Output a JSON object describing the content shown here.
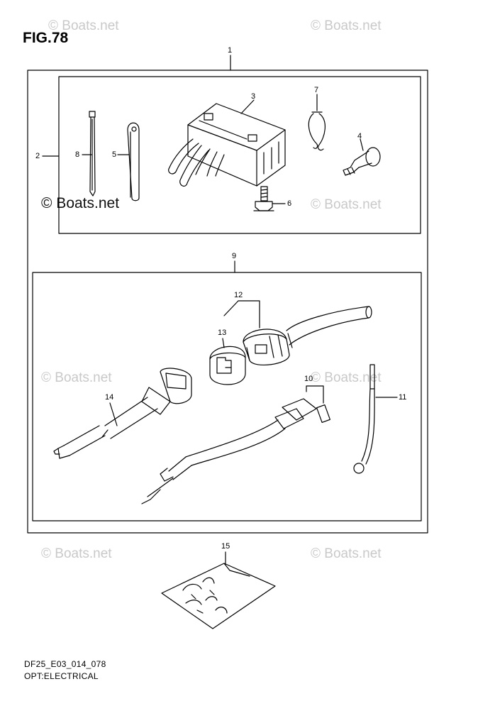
{
  "figure": {
    "title": "FIG.78"
  },
  "watermark": "© Boats.net",
  "footer": {
    "code": "DF25_E03_014_078",
    "caption": "OPT:ELECTRICAL"
  },
  "callouts": {
    "c1": "1",
    "c2": "2",
    "c3": "3",
    "c4": "4",
    "c5": "5",
    "c6": "6",
    "c7": "7",
    "c8": "8",
    "c9": "9",
    "c10": "10",
    "c11": "11",
    "c12": "12",
    "c13": "13",
    "c14": "14",
    "c15": "15"
  }
}
